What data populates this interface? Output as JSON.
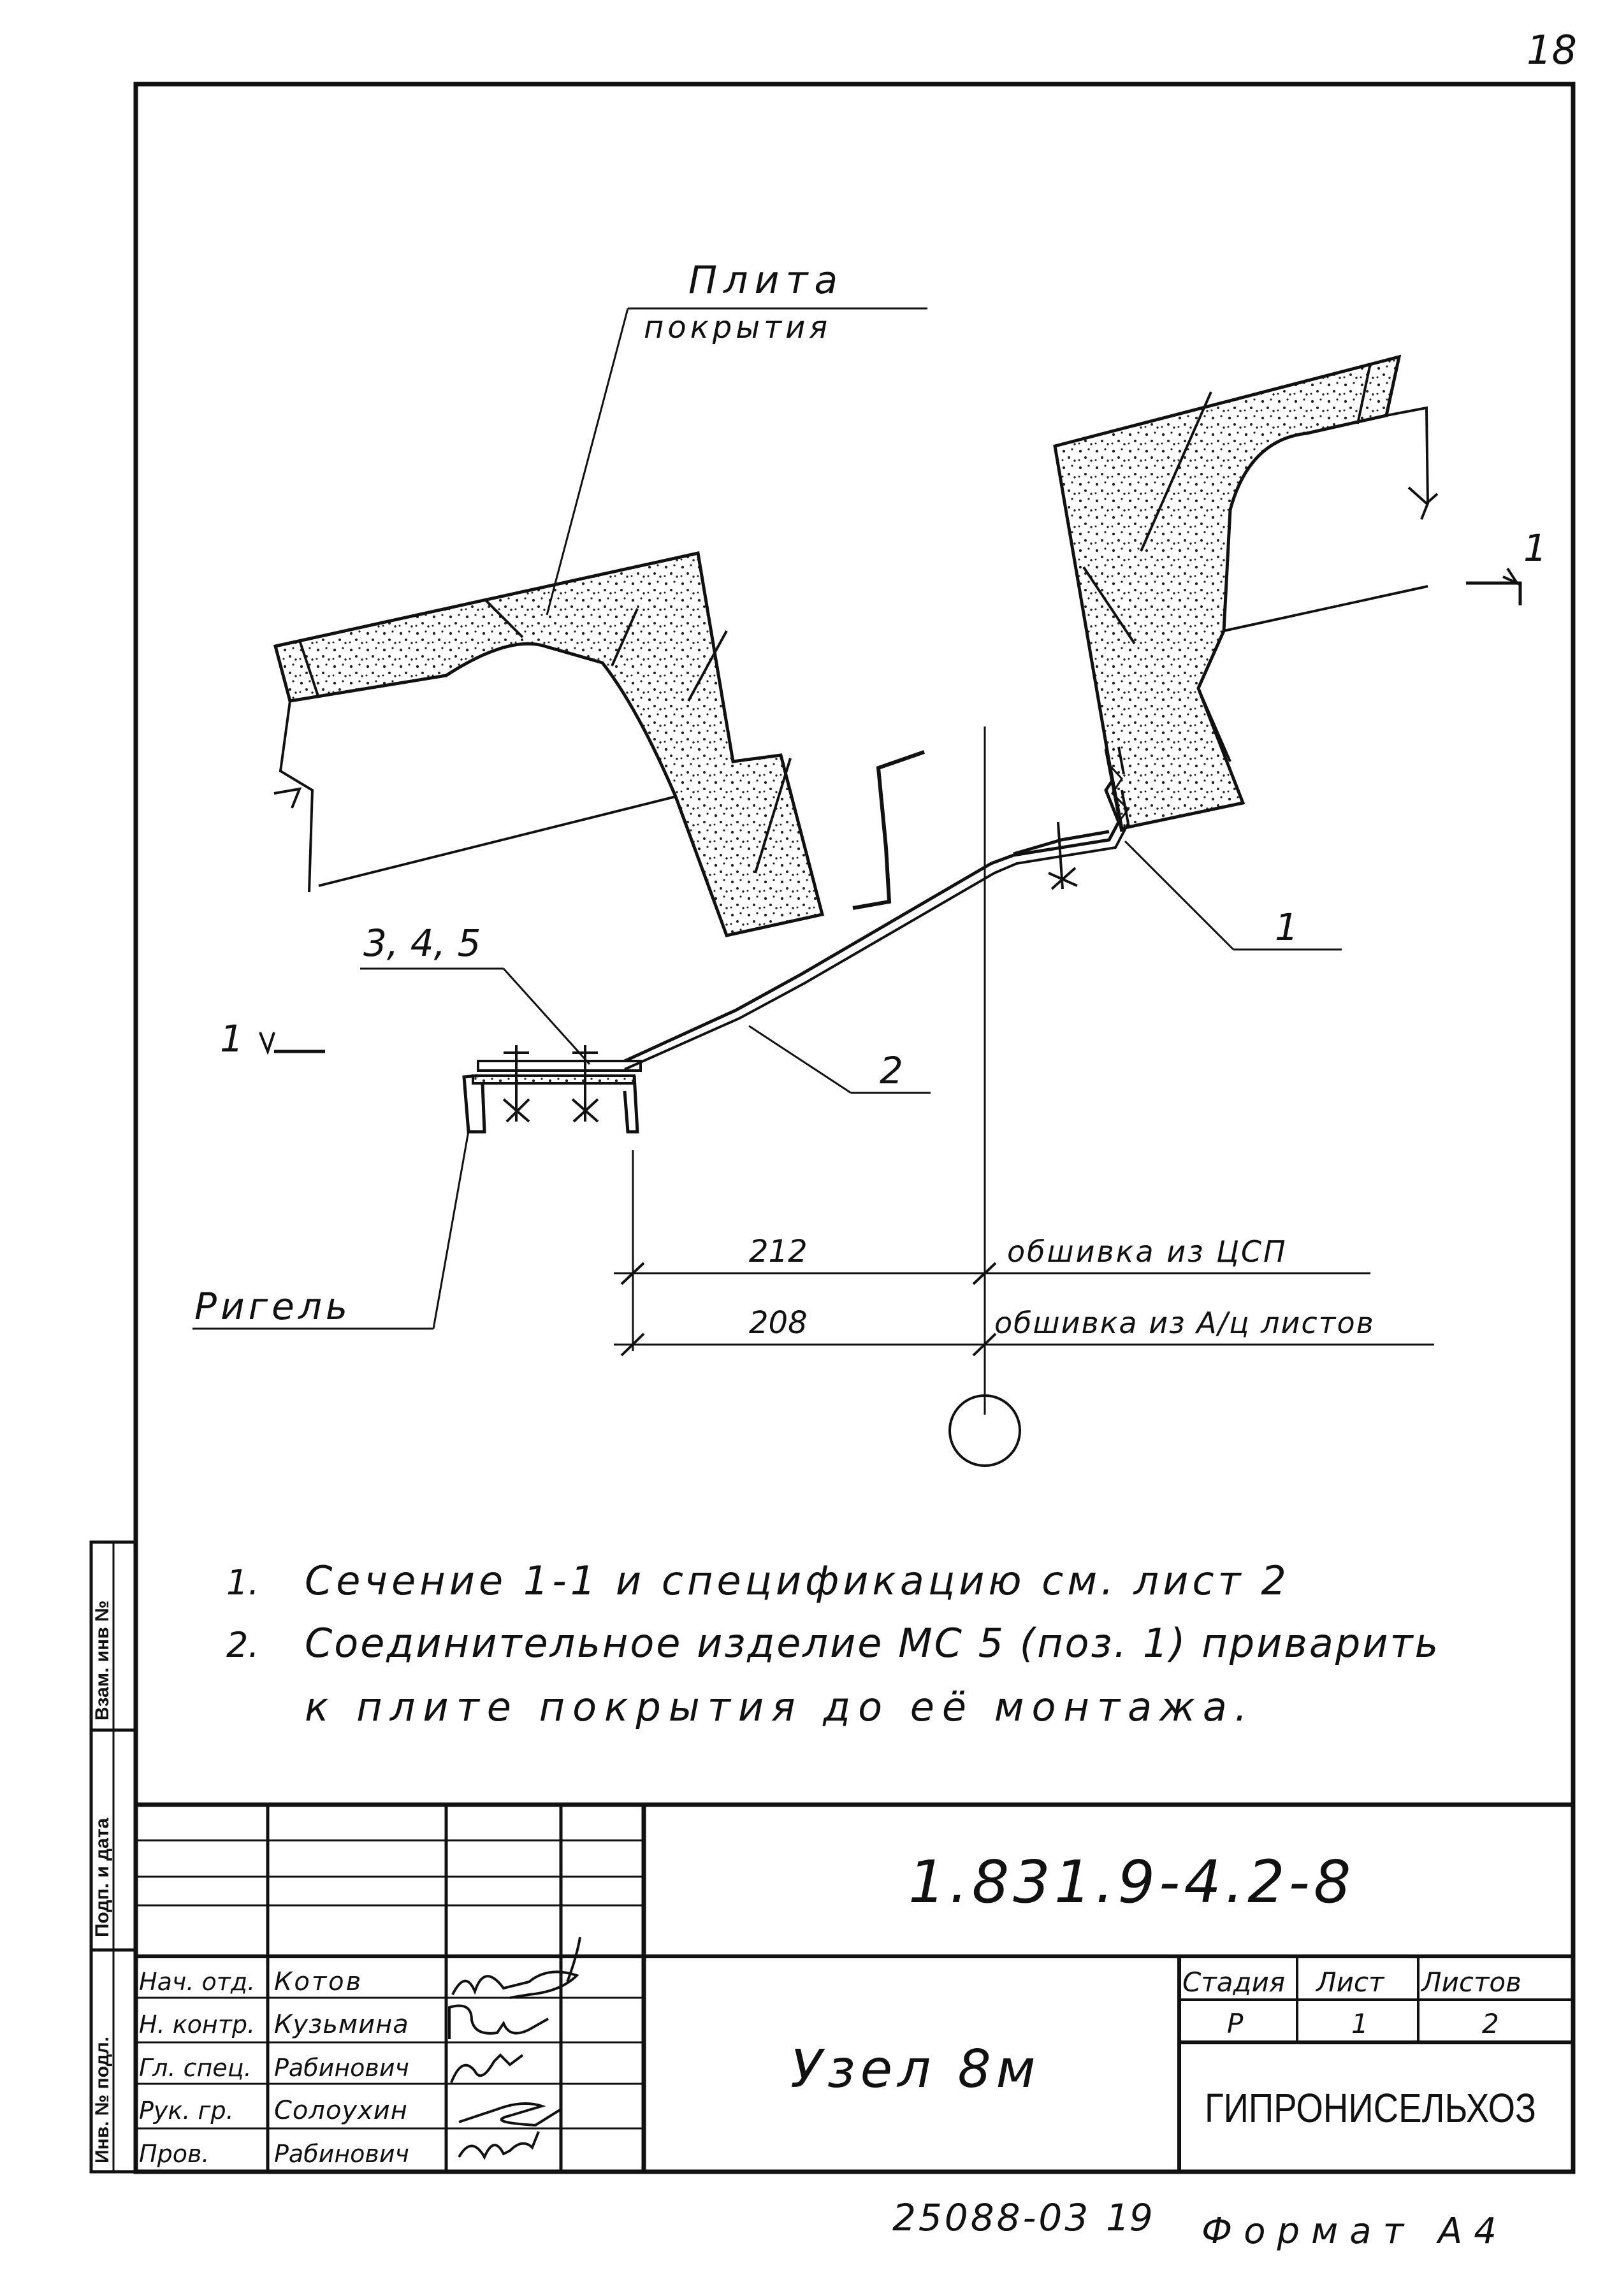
{
  "page_number": "18",
  "drawing": {
    "slab_label_line1": "Плита",
    "slab_label_line2": "покрытия",
    "section_mark_right": "1",
    "section_mark_left": "1",
    "callout_1": "1",
    "callout_2": "2",
    "callout_345": "3, 4, 5",
    "rigel_label": "Ригель",
    "dim_212": "212",
    "dim_208": "208",
    "dim_212_note": "обшивка из ЦСП",
    "dim_208_note": "обшивка из А/ц листов"
  },
  "notes": [
    {
      "num": "1.",
      "text": "Сечение 1-1 и спецификацию см. лист 2"
    },
    {
      "num": "2.",
      "text": "Соединительное изделие МС 5 (поз. 1) приварить"
    },
    {
      "num": "",
      "text": "к плите покрытия до её монтажа."
    }
  ],
  "margin_stamp": {
    "box1": "Взам. инв №",
    "box2": "Подп. и дата",
    "box3": "Инв. № подл."
  },
  "title_block": {
    "code": "1.831.9-4.2-8",
    "title": "Узел 8м",
    "org": "ГИПРОНИСЕЛЬХОЗ",
    "stage_header": "Стадия",
    "sheet_header": "Лист",
    "sheets_header": "Листов",
    "stage": "Р",
    "sheet": "1",
    "sheets": "2",
    "people": [
      {
        "role": "Нач. отд.",
        "name": "Котов"
      },
      {
        "role": "Н. контр.",
        "name": "Кузьмина"
      },
      {
        "role": "Гл. спец.",
        "name": "Рабинович"
      },
      {
        "role": "Рук. гр.",
        "name": "Солоухин"
      },
      {
        "role": "Пров.",
        "name": "Рабинович"
      }
    ]
  },
  "footer": {
    "number": "25088-03",
    "page": "19",
    "format": "Формат А4"
  }
}
